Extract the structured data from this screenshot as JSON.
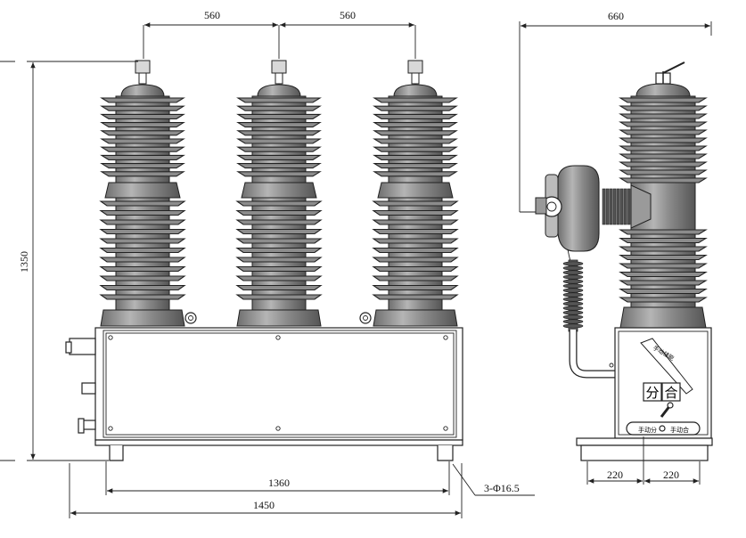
{
  "dimensions": {
    "phase_spacing_left": "560",
    "phase_spacing_right": "560",
    "side_height_top": "660",
    "overall_height": "1350",
    "mount_spacing": "1360",
    "overall_width": "1450",
    "mount_holes": "3-Φ16.5",
    "base_left": "220",
    "base_right": "220"
  },
  "side_view": {
    "label_open": "分",
    "label_close": "合",
    "manual_energy_label": "手动储能",
    "manual_open_label": "手动分",
    "manual_close_label": "手动合"
  },
  "colors": {
    "insulator": "#7a7a7a",
    "cabinet_fill": "#f2f2f2",
    "line": "#222222"
  }
}
